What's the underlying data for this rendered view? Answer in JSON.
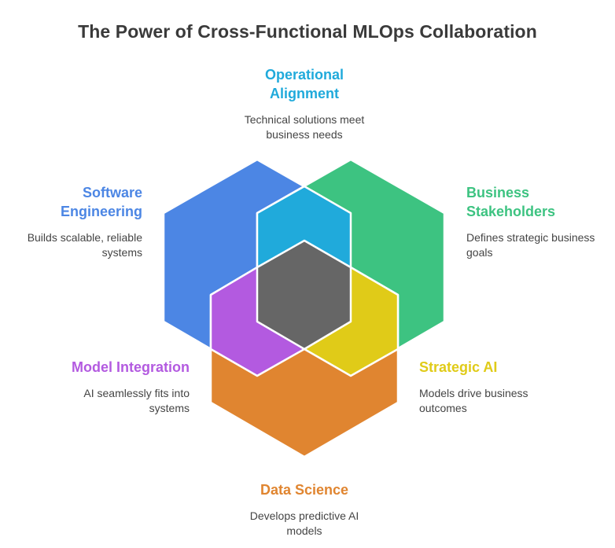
{
  "title": "The Power of Cross-Functional MLOps Collaboration",
  "colors": {
    "software_engineering": "#4C86E4",
    "business_stakeholders": "#3DC381",
    "data_science": "#E08530",
    "operational_alignment": "#20AADB",
    "strategic_ai": "#E0CB18",
    "model_integration": "#B35AE0",
    "core": "#666666",
    "border": "#ffffff"
  },
  "labels": {
    "operational_alignment": {
      "title_line1": "Operational",
      "title_line2": "Alignment",
      "desc_line1": "Technical solutions meet",
      "desc_line2": "business needs"
    },
    "software_engineering": {
      "title_line1": "Software",
      "title_line2": "Engineering",
      "desc_line1": "Builds scalable, reliable",
      "desc_line2": "systems"
    },
    "business_stakeholders": {
      "title_line1": "Business",
      "title_line2": "Stakeholders",
      "desc_line1": "Defines strategic business",
      "desc_line2": "goals"
    },
    "model_integration": {
      "title_line1": "Model Integration",
      "desc_line1": "AI seamlessly fits into",
      "desc_line2": "systems"
    },
    "strategic_ai": {
      "title_line1": "Strategic AI",
      "desc_line1": "Models drive business",
      "desc_line2": "outcomes"
    },
    "data_science": {
      "title_line1": "Data Science",
      "desc_line1": "Develops predictive AI",
      "desc_line2": "models"
    }
  }
}
